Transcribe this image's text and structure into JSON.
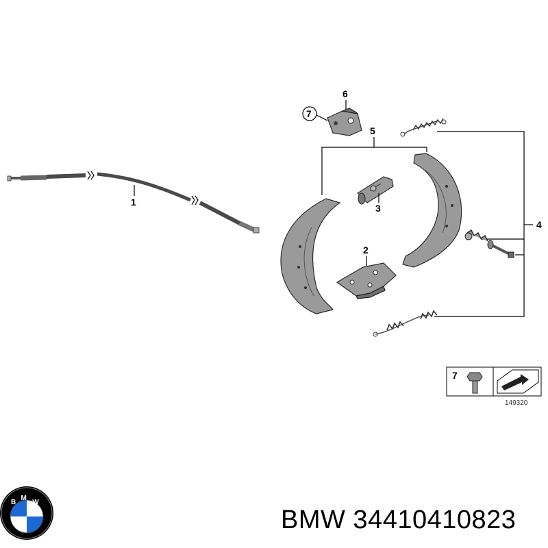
{
  "diagram": {
    "callouts": {
      "c1": "1",
      "c2": "2",
      "c3": "3",
      "c4": "4",
      "c5": "5",
      "c6": "6",
      "c7": "7",
      "c7_box": "7"
    },
    "reference_number": "149320"
  },
  "footer": {
    "brand": "BMW",
    "part_number": "34410410823",
    "text": "BMW 34410410823",
    "logo_letters": "BMW",
    "logo_colors": {
      "blue": "#1c69d4",
      "white": "#ffffff",
      "ring": "#000000"
    }
  }
}
